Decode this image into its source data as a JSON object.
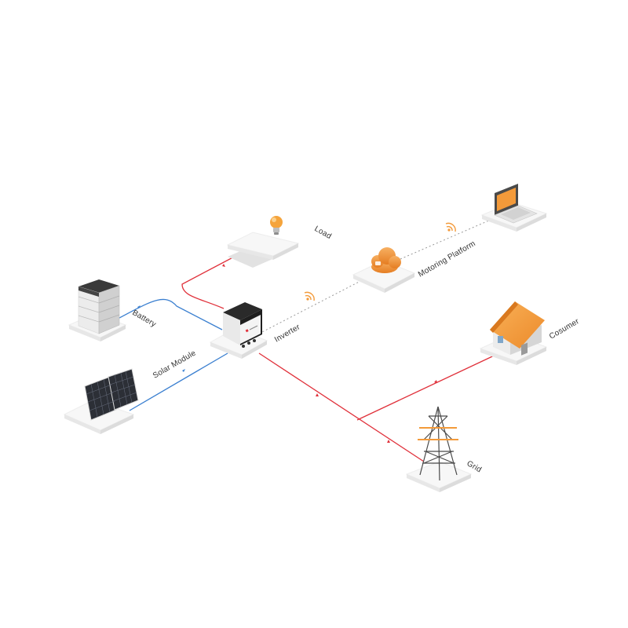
{
  "labels": {
    "load": "Load",
    "battery": "Battery",
    "solar_module": "Solar Module",
    "inverter": "Inverter",
    "monitoring_platform": "Motoring Platform",
    "consumer": "Cosumer",
    "grid": "Grid"
  },
  "colors": {
    "ac_line": "#e0303a",
    "dc_line": "#3a7fd0",
    "comm_line": "#9a9a9a",
    "accent_orange": "#f39a3a",
    "platform_top": "#f7f7f7",
    "platform_side": "#e2e2e2"
  },
  "icons": {
    "load": "lightbulb-icon",
    "battery": "battery-stack-icon",
    "solar_module": "solar-panel-icon",
    "inverter": "inverter-icon",
    "monitoring_platform": "cloud-icon",
    "laptop": "laptop-icon",
    "consumer": "house-icon",
    "grid": "transmission-tower-icon",
    "wifi": "wifi-signal-icon"
  }
}
